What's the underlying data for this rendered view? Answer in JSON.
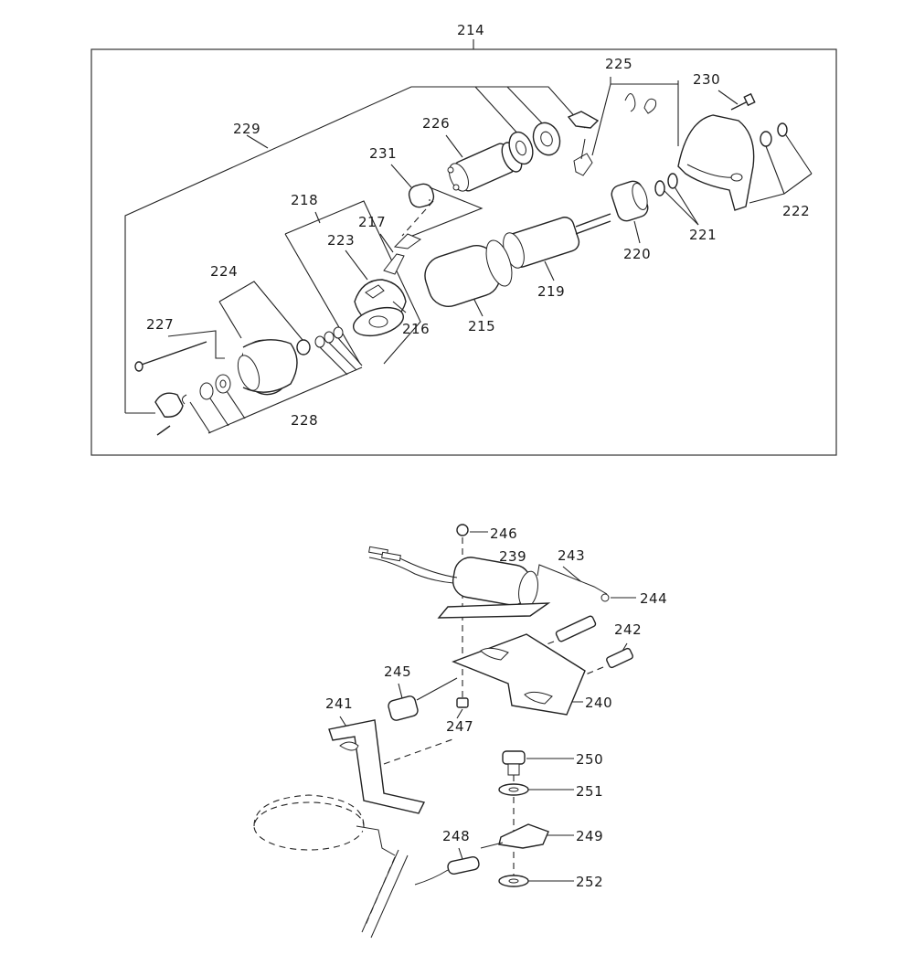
{
  "upper_assembly": {
    "callout": "214",
    "labels": {
      "p215": "215",
      "p216": "216",
      "p217": "217",
      "p218": "218",
      "p219": "219",
      "p220": "220",
      "p221": "221",
      "p222": "222",
      "p223": "223",
      "p224": "224",
      "p225": "225",
      "p226": "226",
      "p227": "227",
      "p228": "228",
      "p229": "229",
      "p230": "230",
      "p231": "231"
    }
  },
  "lower_assembly": {
    "labels": {
      "p239": "239",
      "p240": "240",
      "p241": "241",
      "p242": "242",
      "p243": "243",
      "p244": "244",
      "p245": "245",
      "p246": "246",
      "p247": "247",
      "p248": "248",
      "p249": "249",
      "p250": "250",
      "p251": "251",
      "p252": "252"
    }
  }
}
